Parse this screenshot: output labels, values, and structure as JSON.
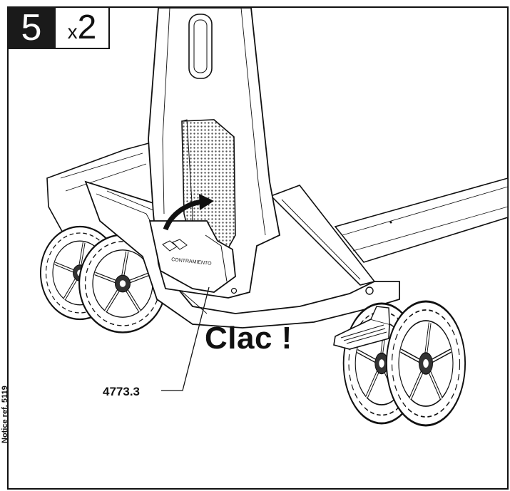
{
  "step": {
    "number": "5",
    "qty_prefix": "x",
    "qty_value": "2"
  },
  "callout": {
    "sound_text": "Clac !",
    "part_number": "4773.3"
  },
  "side_note": "Notice ref. 5119",
  "colors": {
    "ink": "#111111",
    "paper": "#ffffff",
    "badge": "#1a1a1a",
    "perforation": "#555555"
  },
  "icons": [
    "rotation-arrow-icon"
  ]
}
